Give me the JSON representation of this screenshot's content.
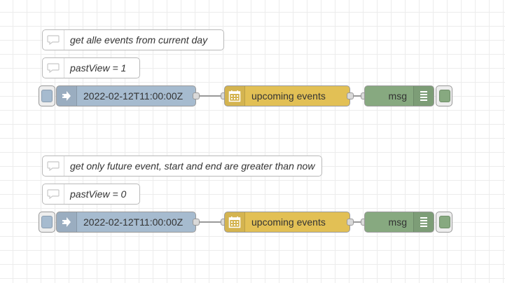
{
  "flow_1": {
    "comment_a": "get alle events from current day",
    "comment_b": "pastView = 1",
    "inject_label": "2022-02-12T11:00:00Z",
    "events_label": "upcoming events",
    "debug_label": "msg"
  },
  "flow_2": {
    "comment_a": "get only future event, start and end are greater than now",
    "comment_b": "pastView = 0",
    "inject_label": "2022-02-12T11:00:00Z",
    "events_label": "upcoming events",
    "debug_label": "msg"
  },
  "icons": {
    "comment": "speech-bubble-icon",
    "inject": "arrow-in-icon",
    "events": "calendar-icon",
    "debug": "list-icon"
  },
  "colors": {
    "inject": "#a6bbcf",
    "events": "#e2c055",
    "debug": "#87a980",
    "wire": "#999999"
  }
}
